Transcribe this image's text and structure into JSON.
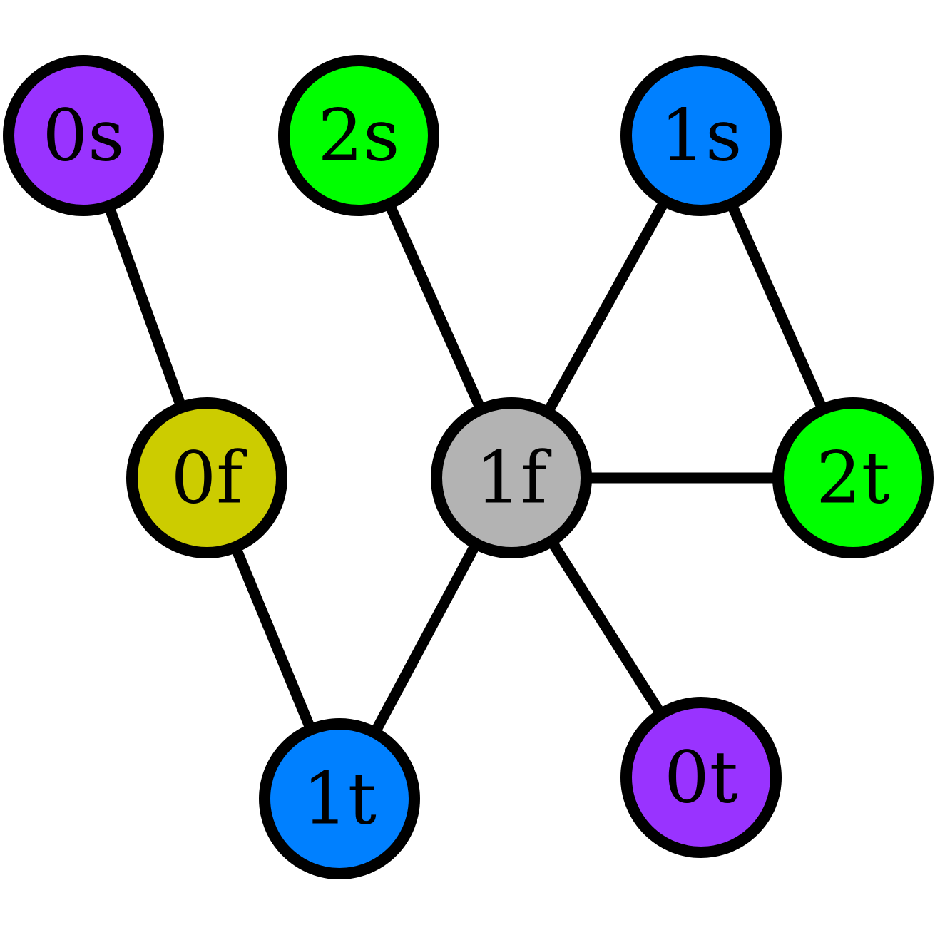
{
  "graph": {
    "nodes": [
      {
        "id": "0s",
        "label": "0s",
        "color": "#9933ff"
      },
      {
        "id": "2s",
        "label": "2s",
        "color": "#00ff00"
      },
      {
        "id": "1s",
        "label": "1s",
        "color": "#0080ff"
      },
      {
        "id": "0f",
        "label": "0f",
        "color": "#cccc00"
      },
      {
        "id": "1f",
        "label": "1f",
        "color": "#b3b3b3"
      },
      {
        "id": "2t",
        "label": "2t",
        "color": "#00ff00"
      },
      {
        "id": "1t",
        "label": "1t",
        "color": "#0080ff"
      },
      {
        "id": "0t",
        "label": "0t",
        "color": "#9933ff"
      }
    ],
    "edges": [
      {
        "from": "0s",
        "to": "0f"
      },
      {
        "from": "0f",
        "to": "1t"
      },
      {
        "from": "2s",
        "to": "1f"
      },
      {
        "from": "1s",
        "to": "1f"
      },
      {
        "from": "1s",
        "to": "2t"
      },
      {
        "from": "1f",
        "to": "2t"
      },
      {
        "from": "1f",
        "to": "1t"
      },
      {
        "from": "1f",
        "to": "0t"
      }
    ]
  }
}
